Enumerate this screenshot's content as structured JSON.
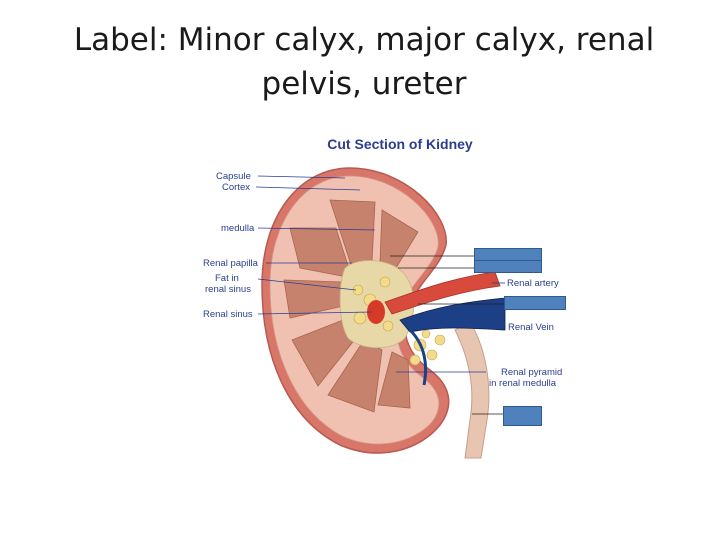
{
  "slide": {
    "title_line1": "Label: Minor calyx, major calyx, renal",
    "title_line2": "pelvis, ureter"
  },
  "figure": {
    "title": "Cut Section of  Kidney",
    "labels": {
      "capsule": "Capsule",
      "cortex": "Cortex",
      "medulla": "medulla",
      "renal_papilla": "Renal papilla",
      "fat_line1": "Fat in",
      "fat_line2": "renal sinus",
      "renal_sinus": "Renal sinus",
      "renal_artery": "Renal artery",
      "renal_vein": "Renal Vein",
      "pyramid_line1": "Renal pyramid",
      "pyramid_line2": "in renal medulla"
    },
    "colors": {
      "capsule": "#d8766a",
      "cortex": "#f0c1b0",
      "pyramid": "#c7826e",
      "sinus_fat": "#e8d8a8",
      "artery": "#d84a3c",
      "vein": "#1d3f86",
      "ureter": "#e7c5b0",
      "answer_box": "#4f81bd"
    }
  }
}
